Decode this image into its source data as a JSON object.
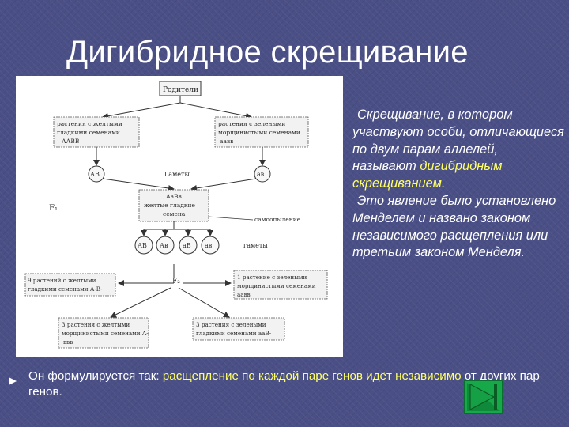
{
  "title": "Дигибридное скрещивание",
  "diagram": {
    "parents": "Родители",
    "parent_left": [
      "растения с желтыми",
      "гладкими семенами",
      "ААВВ"
    ],
    "parent_right": [
      "растения с зелеными",
      "морщинистыми семенами",
      "аавв"
    ],
    "gamete_left": "АВ",
    "gamete_right": "ав",
    "gametes_label": "Гаметы",
    "f1_label": "F₁",
    "f1_box": [
      "АаВв",
      "желтые гладкие",
      "семена"
    ],
    "selfing": "самоопыление",
    "f1_gametes": [
      "АВ",
      "Ав",
      "аВ",
      "ав"
    ],
    "gametes_label_2": "гаметы",
    "f2_label": "F₂",
    "result_1": [
      "9 растений с желтыми",
      "гладкими семенами А-В-"
    ],
    "result_2": [
      "1 растение с зелеными",
      "морщинистыми семенами",
      "аавв"
    ],
    "result_3": [
      "3 растения с желтыми",
      "морщинистыми семенами А-",
      "ввв"
    ],
    "result_4": [
      "3 растения с зелеными",
      "гладкими семенами ааВ-"
    ]
  },
  "right_text": {
    "p1_plain": "Скрещивание, в котором участвуют особи, отличающиеся по двум парам аллелей, называют ",
    "p1_highlight": "дигибридным скрещиванием.",
    "p2": "Это явление было установлено Менделем и названо законом независимого расщепления или третьим законом Менделя."
  },
  "bottom_text": {
    "plain": "Он формулируется так: ",
    "highlight": "расщепление по каждой паре генов идёт независимо",
    "plain_end": " от других пар генов."
  },
  "colors": {
    "background": "#4a4f86",
    "highlight": "#ffff66",
    "nav_green": "#0f8a3a"
  },
  "icons": {
    "nav": "next-slide-icon",
    "bullet": "triangle-bullet-icon"
  }
}
